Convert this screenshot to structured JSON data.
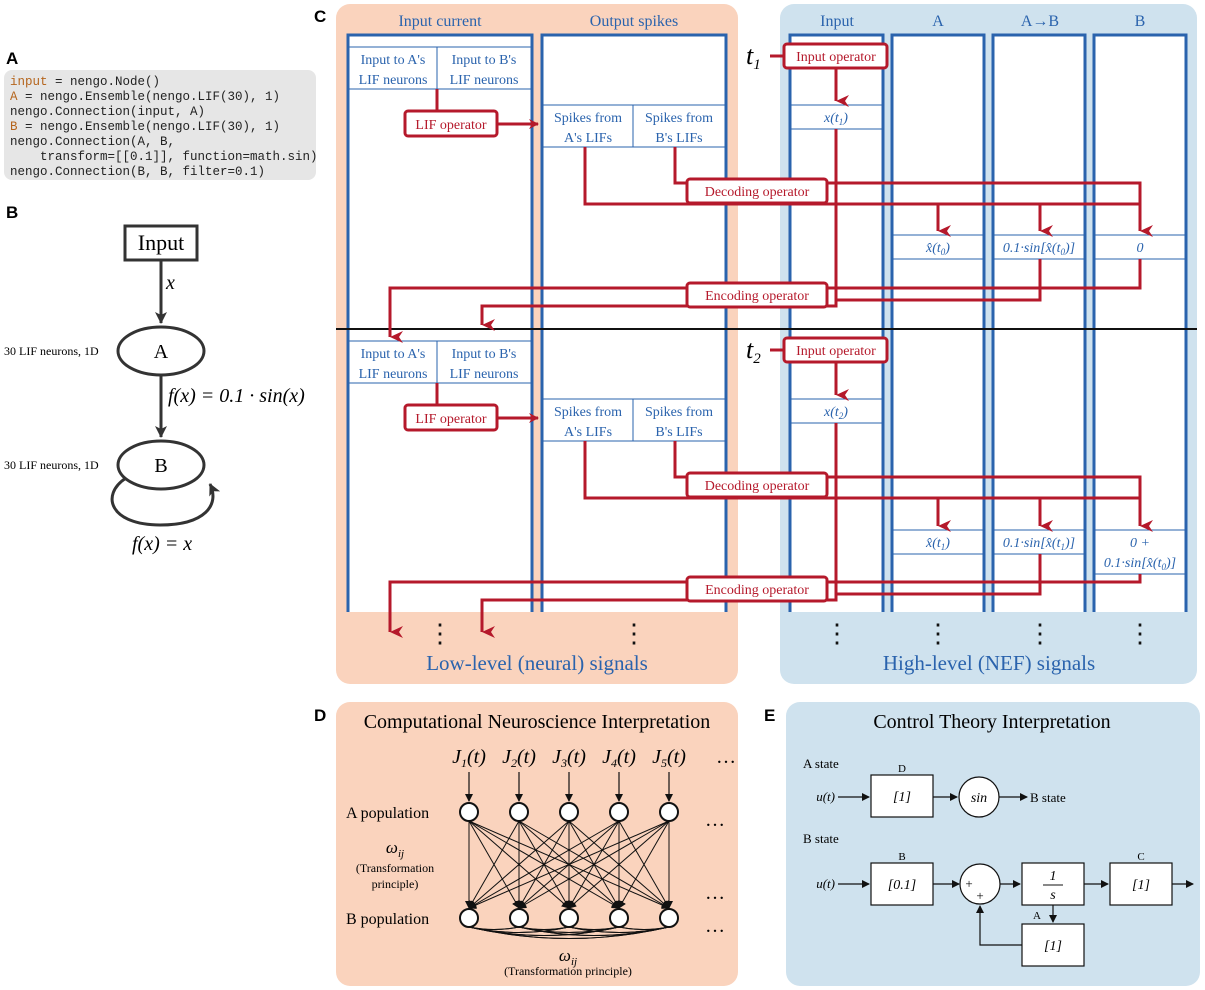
{
  "panels": {
    "a": "A",
    "b": "B",
    "c": "C",
    "d": "D",
    "e": "E"
  },
  "code": {
    "line1_kw": "input",
    "line1_rest": " = nengo.Node()",
    "line2_kw": "A",
    "line2_rest": " = nengo.Ensemble(nengo.LIF(30), 1)",
    "line3": "nengo.Connection(input, A)",
    "line4_kw": "B",
    "line4_rest": " = nengo.Ensemble(nengo.LIF(30), 1)",
    "line5": "nengo.Connection(A, B,",
    "line6": "    transform=[[0.1]], function=math.sin)",
    "line7": "nengo.Connection(B, B, filter=0.1)"
  },
  "graph": {
    "input_node": "Input",
    "x_label": "x",
    "a_node": "A",
    "a_neurons": "30 LIF neurons, 1D",
    "ab_func": "f(x) = 0.1 · sin(x)",
    "b_node": "B",
    "b_neurons": "30 LIF neurons, 1D",
    "bb_func": "f(x) = x"
  },
  "sim": {
    "col_input_current": "Input current",
    "col_output_spikes": "Output spikes",
    "col_input": "Input",
    "col_a": "A",
    "col_ab": "A→B",
    "col_b": "B",
    "in_a_l1": "Input to A's",
    "in_a_l2": "LIF neurons",
    "in_b_l1": "Input to B's",
    "in_b_l2": "LIF neurons",
    "sp_a_l1": "Spikes from",
    "sp_a_l2": "A's LIFs",
    "sp_b_l1": "Spikes from",
    "sp_b_l2": "B's LIFs",
    "lif_op": "LIF operator",
    "input_op": "Input operator",
    "decoding_op": "Decoding operator",
    "encoding_op": "Encoding operator",
    "t1": "t",
    "t1_sub": "1",
    "t2": "t",
    "t2_sub": "2",
    "x_t1": "x(t",
    "x_t1_sub": "1",
    "x_t2_sub": "2",
    "xhat_t0": "x̂(t",
    "xhat_t0_sub": "0",
    "sin_t0_a": "0.1·sin[x̂(t",
    "sin_sub0": "0",
    "sin_close": ")]",
    "zero": "0",
    "xhat_t1_sub": "1",
    "sin_sub1": "1",
    "zero_plus": "0 +",
    "zero_plus_l2a": "0.1·sin[x̂(t",
    "ellipsis": "⋮",
    "low_level": "Low-level (neural) signals",
    "high_level": "High-level (NEF) signals"
  },
  "neuro": {
    "title": "Computational Neuroscience Interpretation",
    "j1": "J",
    "j2": "J",
    "j3": "J",
    "j4": "J",
    "j5": "J",
    "j1s": "1",
    "j2s": "2",
    "j3s": "3",
    "j4s": "4",
    "j5s": "5",
    "jt": "(t)",
    "dots": "…",
    "a_pop": "A population",
    "b_pop": "B population",
    "omega": "ω",
    "omega_sub": "ij",
    "transform_l1": "(Transformation",
    "transform_l2": "principle)",
    "transform_bottom": "(Transformation principle)"
  },
  "control": {
    "title": "Control Theory Interpretation",
    "a_state": "A state",
    "b_state_label": "B state",
    "ut": "u(t)",
    "d_label": "D",
    "one": "[1]",
    "sin": "sin",
    "b_state_out": "B state",
    "b_label": "B",
    "pt1": "[0.1]",
    "plus": "+",
    "int_num": "1",
    "int_den": "s",
    "c_label": "C",
    "a_label": "A"
  },
  "colors": {
    "orange_bg": "#fad3bd",
    "blue_bg": "#cfe2ee",
    "blue_line": "#2a63ad",
    "red": "#b5192b",
    "code_bg": "#e6e6e6",
    "code_kw": "#b5651d"
  }
}
